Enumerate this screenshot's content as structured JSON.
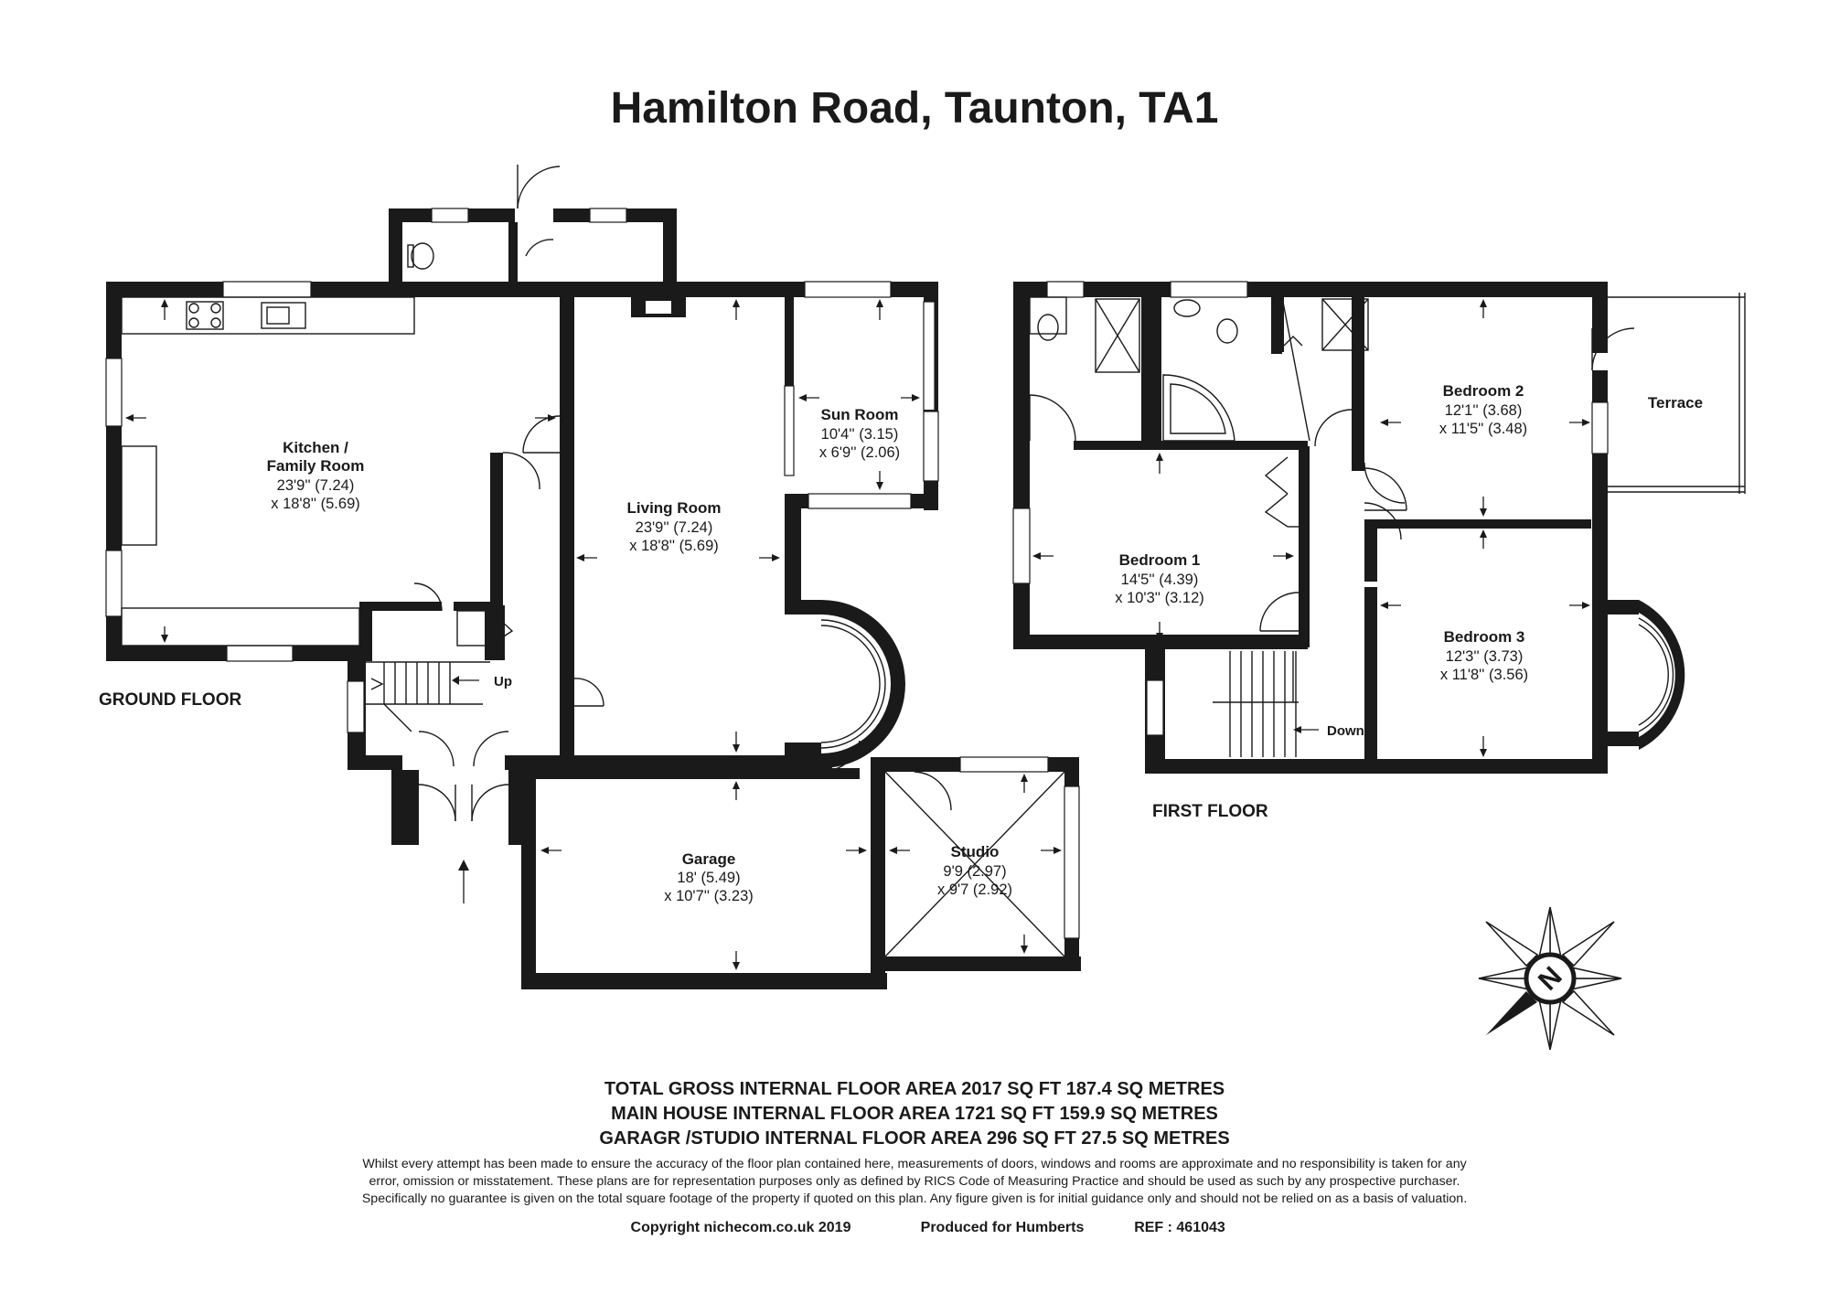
{
  "title": "Hamilton Road, Taunton, TA1",
  "floors": {
    "ground": "GROUND FLOOR",
    "first": "FIRST FLOOR"
  },
  "rooms": {
    "kitchen": {
      "name_line1": "Kitchen /",
      "name_line2": "Family Room",
      "dim1": "23'9'' (7.24)",
      "dim2": "x 18'8'' (5.69)"
    },
    "living": {
      "name": "Living Room",
      "dim1": "23'9'' (7.24)",
      "dim2": "x 18'8'' (5.69)"
    },
    "sunroom": {
      "name": "Sun Room",
      "dim1": "10'4'' (3.15)",
      "dim2": "x 6'9'' (2.06)"
    },
    "garage": {
      "name": "Garage",
      "dim1": "18' (5.49)",
      "dim2": "x 10'7'' (3.23)"
    },
    "studio": {
      "name": "Studio",
      "dim1": "9'9 (2.97)",
      "dim2": "x 9'7 (2.92)"
    },
    "bedroom1": {
      "name": "Bedroom 1",
      "dim1": "14'5'' (4.39)",
      "dim2": "x 10'3'' (3.12)"
    },
    "bedroom2": {
      "name": "Bedroom 2",
      "dim1": "12'1'' (3.68)",
      "dim2": "x 11'5'' (3.48)"
    },
    "bedroom3": {
      "name": "Bedroom 3",
      "dim1": "12'3'' (3.73)",
      "dim2": "x 11'8'' (3.56)"
    },
    "terrace": {
      "name": "Terrace"
    }
  },
  "stairs": {
    "up": "Up",
    "down": "Down"
  },
  "compass": {
    "letter": "N",
    "rotation_deg": -45
  },
  "areas": {
    "total": "TOTAL GROSS INTERNAL FLOOR AREA 2017 SQ FT 187.4 SQ METRES",
    "main": "MAIN HOUSE INTERNAL FLOOR AREA 1721 SQ FT 159.9 SQ METRES",
    "garage_studio": "GARAGR /STUDIO  INTERNAL FLOOR AREA 296 SQ FT 27.5 SQ METRES"
  },
  "disclaimer": [
    "Whilst every attempt has been made to ensure the accuracy of the floor plan contained here, measurements of doors, windows and rooms are approximate and no responsibility is taken for any",
    "error, omission or misstatement. These plans are for representation purposes only as defined by RICS Code of Measuring Practice and should be used as such by any prospective purchaser.",
    "Specifically no guarantee is given on the total square footage of the property if quoted on this plan. Any figure given is for initial guidance only and should not be relied on as a basis of valuation."
  ],
  "footer": {
    "copyright": "Copyright nichecom.co.uk 2019",
    "produced": "Produced for Humberts",
    "ref": "REF : 461043"
  },
  "colors": {
    "wall": "#1a1a1a",
    "background": "#ffffff"
  }
}
